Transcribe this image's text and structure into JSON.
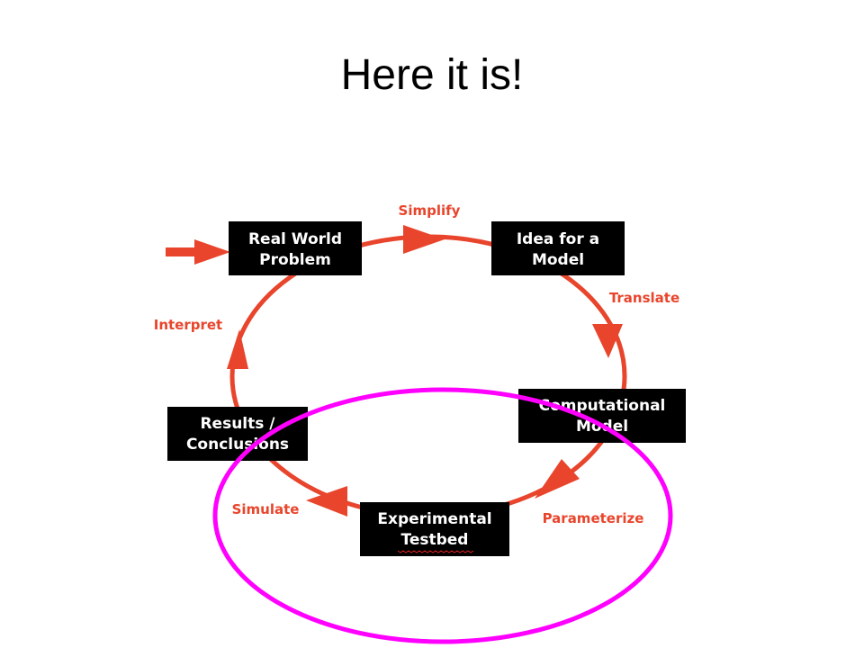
{
  "slide": {
    "title": "Here it is!"
  },
  "boxes": {
    "real_world": {
      "line1": "Real World",
      "line2": "Problem"
    },
    "idea": {
      "line1": "Idea for a",
      "line2": "Model"
    },
    "computational": {
      "line1": "Computational",
      "line2": "Model"
    },
    "experimental": {
      "line1": "Experimental",
      "line2": "Testbed"
    },
    "results": {
      "line1": "Results /",
      "line2": "Conclusions"
    }
  },
  "steps": {
    "simplify": "Simplify",
    "translate": "Translate",
    "parameterize": "Parameterize",
    "simulate": "Simulate",
    "interpret": "Interpret"
  },
  "colors": {
    "cycle": "#e8452c",
    "highlight": "#ff00ff",
    "box_fill": "#000000",
    "box_text": "#ffffff"
  }
}
